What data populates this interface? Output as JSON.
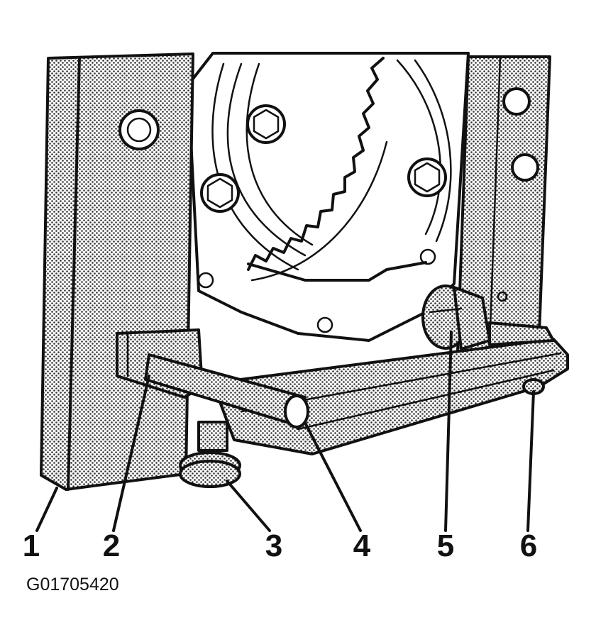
{
  "figure": {
    "callouts": [
      "1",
      "2",
      "3",
      "4",
      "5",
      "6"
    ],
    "code": "G01705420"
  }
}
